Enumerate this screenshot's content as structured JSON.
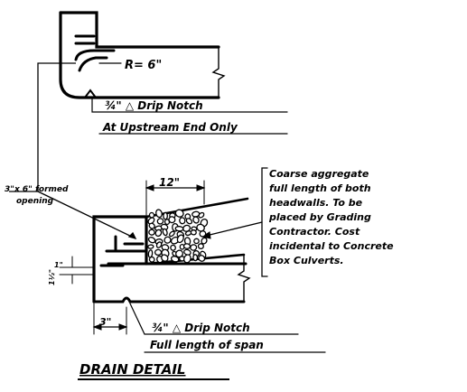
{
  "labels": {
    "radius": "R= 6\"",
    "drip_top_1": "¾\" △ Drip Notch",
    "drip_top_2": "At Upstream End Only",
    "formed_opening_1": "3\"x 6\" formed",
    "formed_opening_2": "opening",
    "width_12": "12\"",
    "aggregate_1": "Coarse aggregate",
    "aggregate_2": "full length of both",
    "aggregate_3": "headwalls.  To be",
    "aggregate_4": "placed by Grading",
    "aggregate_5": "Contractor.  Cost",
    "aggregate_6": "incidental to Concrete",
    "aggregate_7": "Box Culverts.",
    "dim_1": "1\"",
    "dim_1_half": "1½\"",
    "dim_3": "3\"",
    "drip_bottom_1": "¾\" △ Drip Notch",
    "drip_bottom_2": "Full length of span",
    "title": "DRAIN DETAIL"
  },
  "colors": {
    "ink": "#000000",
    "paper": "#ffffff"
  }
}
